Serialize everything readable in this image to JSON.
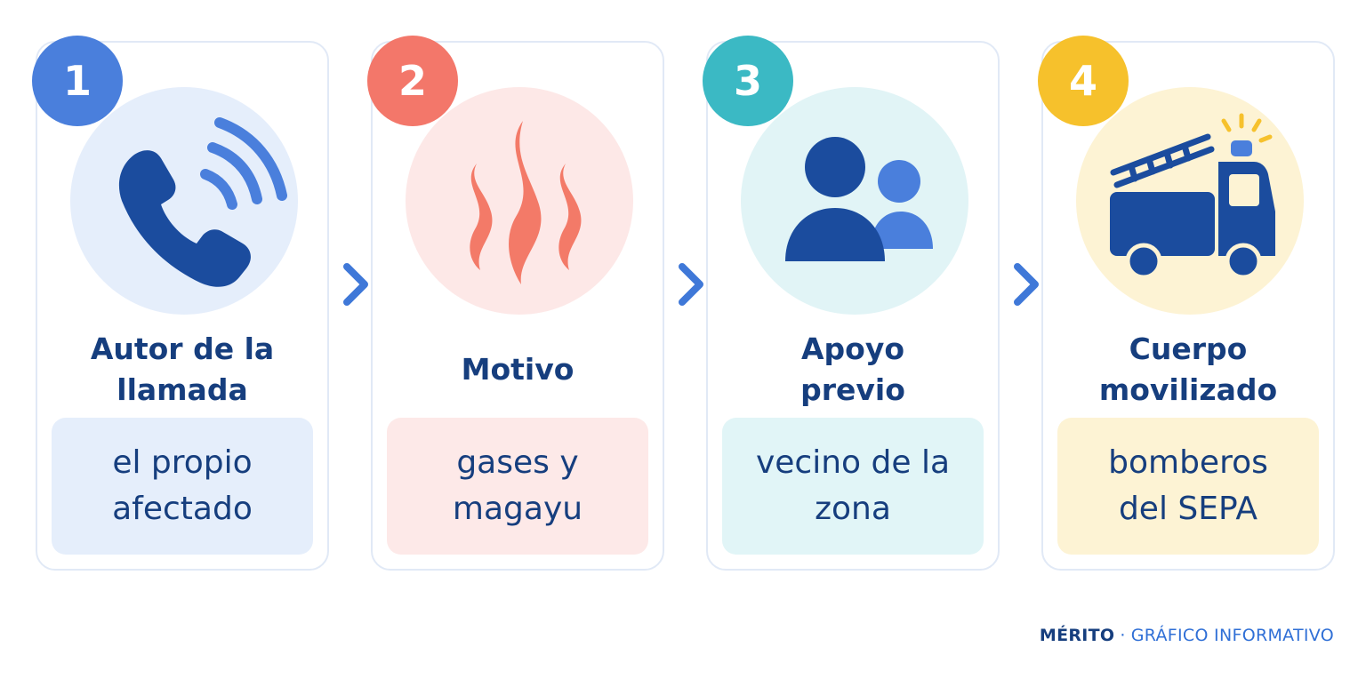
{
  "steps": [
    {
      "number": "1",
      "title": "Autor de la llamada",
      "value": "el propio afectado",
      "icon": "phone-ringing-icon",
      "badge_color": "#4a7fdc",
      "circle_color": "#e5eefb",
      "box_color": "#e5eefb"
    },
    {
      "number": "2",
      "title": "Motivo",
      "value": "gases y magayu",
      "icon": "smoke-fumes-icon",
      "badge_color": "#f3776a",
      "circle_color": "#fde8e7",
      "box_color": "#fde9e8"
    },
    {
      "number": "3",
      "title": "Apoyo previo",
      "value": "vecino de la zona",
      "icon": "people-icon",
      "badge_color": "#3bb9c4",
      "circle_color": "#e1f4f6",
      "box_color": "#e1f5f7"
    },
    {
      "number": "4",
      "title": "Cuerpo movilizado",
      "value": "bomberos del SEPA",
      "icon": "fire-truck-icon",
      "badge_color": "#f6c12c",
      "circle_color": "#fdf3d4",
      "box_color": "#fdf3d4"
    }
  ],
  "footer": {
    "brand": "MÉRITO",
    "separator": "·",
    "label": "GRÁFICO INFORMATIVO"
  },
  "colors": {
    "navy": "#163e7e",
    "accent_blue": "#4a7fdc",
    "arrow": "#3f78d8"
  }
}
